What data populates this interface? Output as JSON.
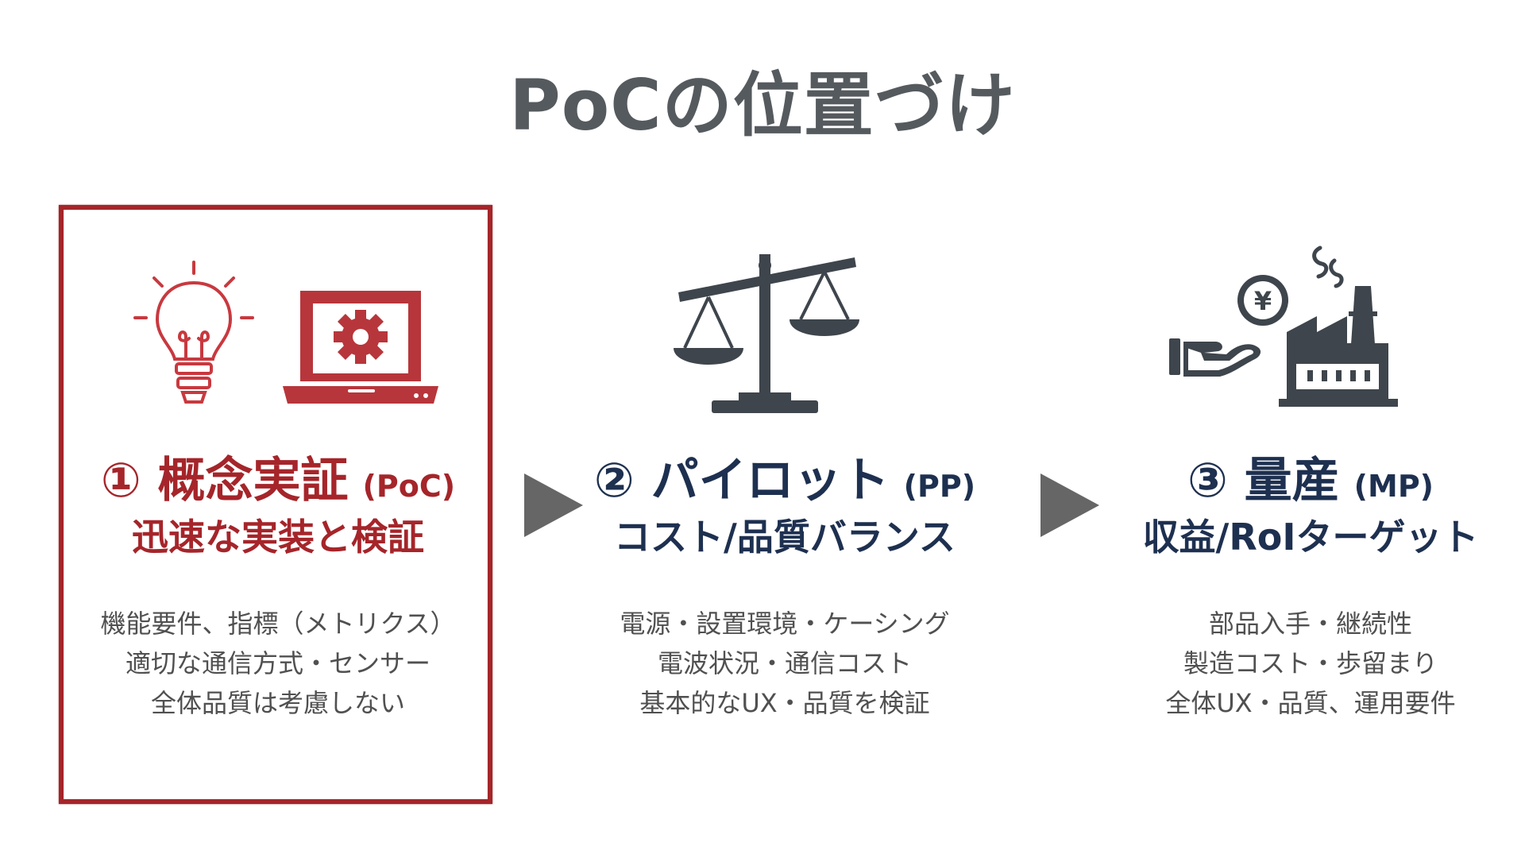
{
  "title": "PoCの位置づけ",
  "stages": [
    {
      "heading": "① 概念実証",
      "abbr": "(PoC)",
      "subheading": "迅速な実装と検証",
      "details": [
        "機能要件、指標（メトリクス）",
        "適切な通信方式・センサー",
        "全体品質は考慮しない"
      ],
      "icons": [
        "lightbulb-icon",
        "laptop-gear-icon"
      ],
      "highlighted": true
    },
    {
      "heading": "② パイロット",
      "abbr": "(PP)",
      "subheading": "コスト/品質バランス",
      "details": [
        "電源・設置環境・ケーシング",
        "電波状況・通信コスト",
        "基本的なUX・品質を検証"
      ],
      "icons": [
        "balance-scale-icon"
      ],
      "highlighted": false
    },
    {
      "heading": "③ 量産",
      "abbr": "(MP)",
      "subheading": "収益/RoIターゲット",
      "details": [
        "部品入手・継続性",
        "製造コスト・歩留まり",
        "全体UX・品質、運用要件"
      ],
      "icons": [
        "hand-coin-icon",
        "yen-coin-icon",
        "factory-icon"
      ],
      "highlighted": false
    }
  ],
  "arrows": [
    "arrow-right-icon",
    "arrow-right-icon"
  ],
  "yen_symbol": "¥",
  "colors": {
    "title": "#555a5e",
    "accent_red": "#a5252a",
    "navy": "#1e3050",
    "icon_gray": "#3e454c",
    "arrow_gray": "#666666",
    "body_text": "#505050"
  }
}
